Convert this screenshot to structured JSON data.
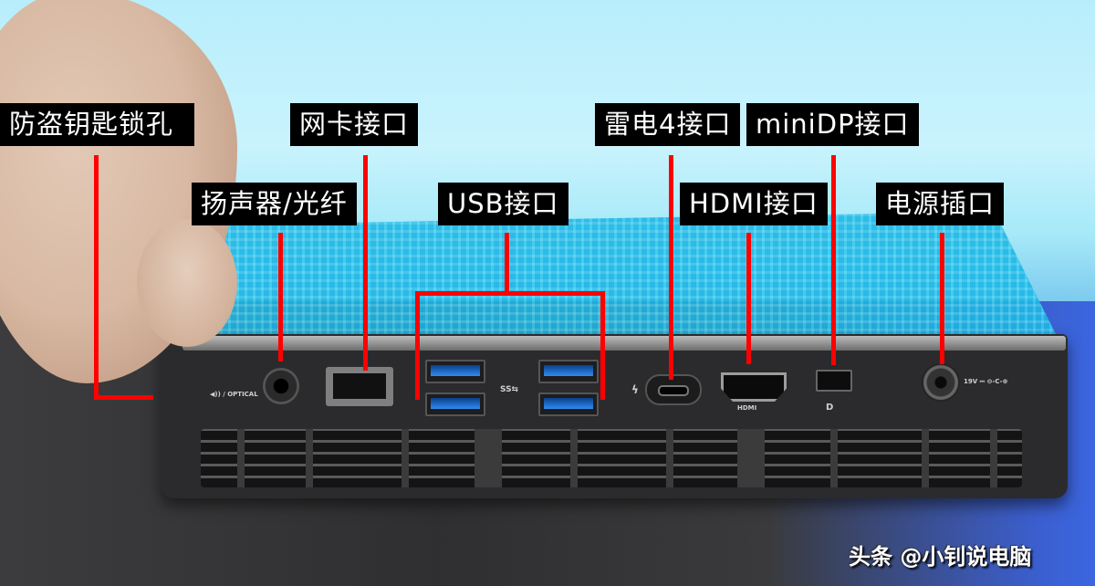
{
  "scene": {
    "description": "Mini PC rear I/O panel with annotated port labels",
    "colors": {
      "label_bg": "#000000",
      "label_text": "#ffffff",
      "callout_line": "#ff0000",
      "background_top": "#c9f3fd",
      "lid": "#22b9e8",
      "chassis": "#2b2b2d"
    }
  },
  "labels": {
    "lock_slot": "防盗钥匙锁孔",
    "network_port": "网卡接口",
    "audio_optical": "扬声器/光纤",
    "usb_ports": "USB接口",
    "thunderbolt4": "雷电4接口",
    "minidp": "miniDP接口",
    "hdmi": "HDMI接口",
    "power_jack": "电源插口"
  },
  "silkscreen": {
    "audio": "◀)) / OPTICAL",
    "usb_logo": "SS⇆",
    "hdmi_logo": "HDMI",
    "thunderbolt_logo": "ϟ",
    "minidp_logo": "D",
    "power_rating": "19V ⎓ ⊖-C-⊕"
  },
  "watermark": "头条 @小钊说电脑"
}
